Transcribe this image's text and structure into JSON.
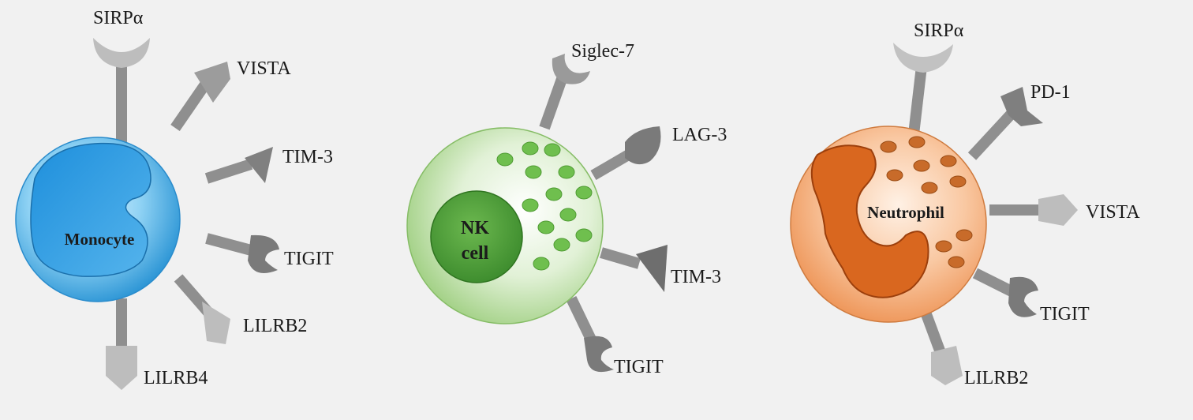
{
  "cells": [
    {
      "name": "Monocyte",
      "color": "#4fb3e8",
      "receptors": [
        "SIRPα",
        "VISTA",
        "TIM-3",
        "TIGIT",
        "LILRB2",
        "LILRB4"
      ]
    },
    {
      "name_line1": "NK",
      "name_line2": "cell",
      "color": "#a6d48c",
      "receptors": [
        "Siglec-7",
        "LAG-3",
        "TIM-3",
        "TIGIT"
      ]
    },
    {
      "name": "Neutrophil",
      "color": "#f2a774",
      "receptors": [
        "SIRPα",
        "PD-1",
        "VISTA",
        "TIGIT",
        "LILRB2"
      ]
    }
  ]
}
